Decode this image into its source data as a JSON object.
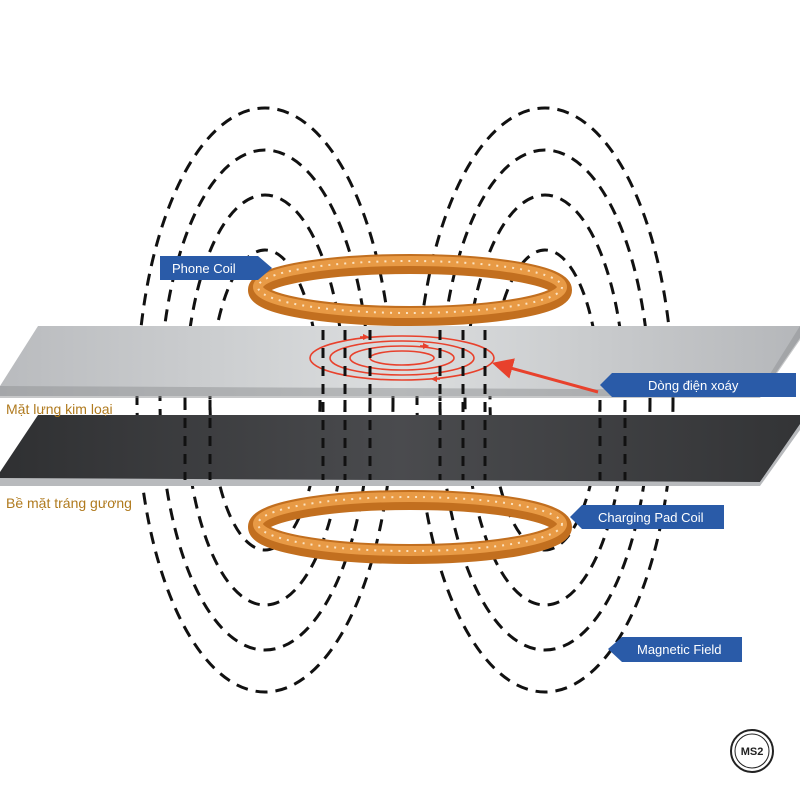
{
  "labels": {
    "phone_coil": "Phone Coil",
    "eddy_current": "Dòng điện xoáy",
    "metal_back": "Mặt lưng kim loại",
    "mirror_surface": "Bề mặt tráng gương",
    "charging_pad_coil": "Charging Pad Coil",
    "magnetic_field": "Magnetic Field",
    "logo": "MS2"
  },
  "colors": {
    "callout_blue": "#2a5ba8",
    "coil_copper": "#d9822b",
    "side_label_gold": "#b07a1e",
    "eddy_red": "#e8412c",
    "metal_plate": "#c9cbcd",
    "mirror_plate": "#3c3d3f",
    "field_line": "#111111"
  },
  "icons": {
    "logo": "ms2-badge-icon",
    "pointer": "red-arrow-icon"
  }
}
